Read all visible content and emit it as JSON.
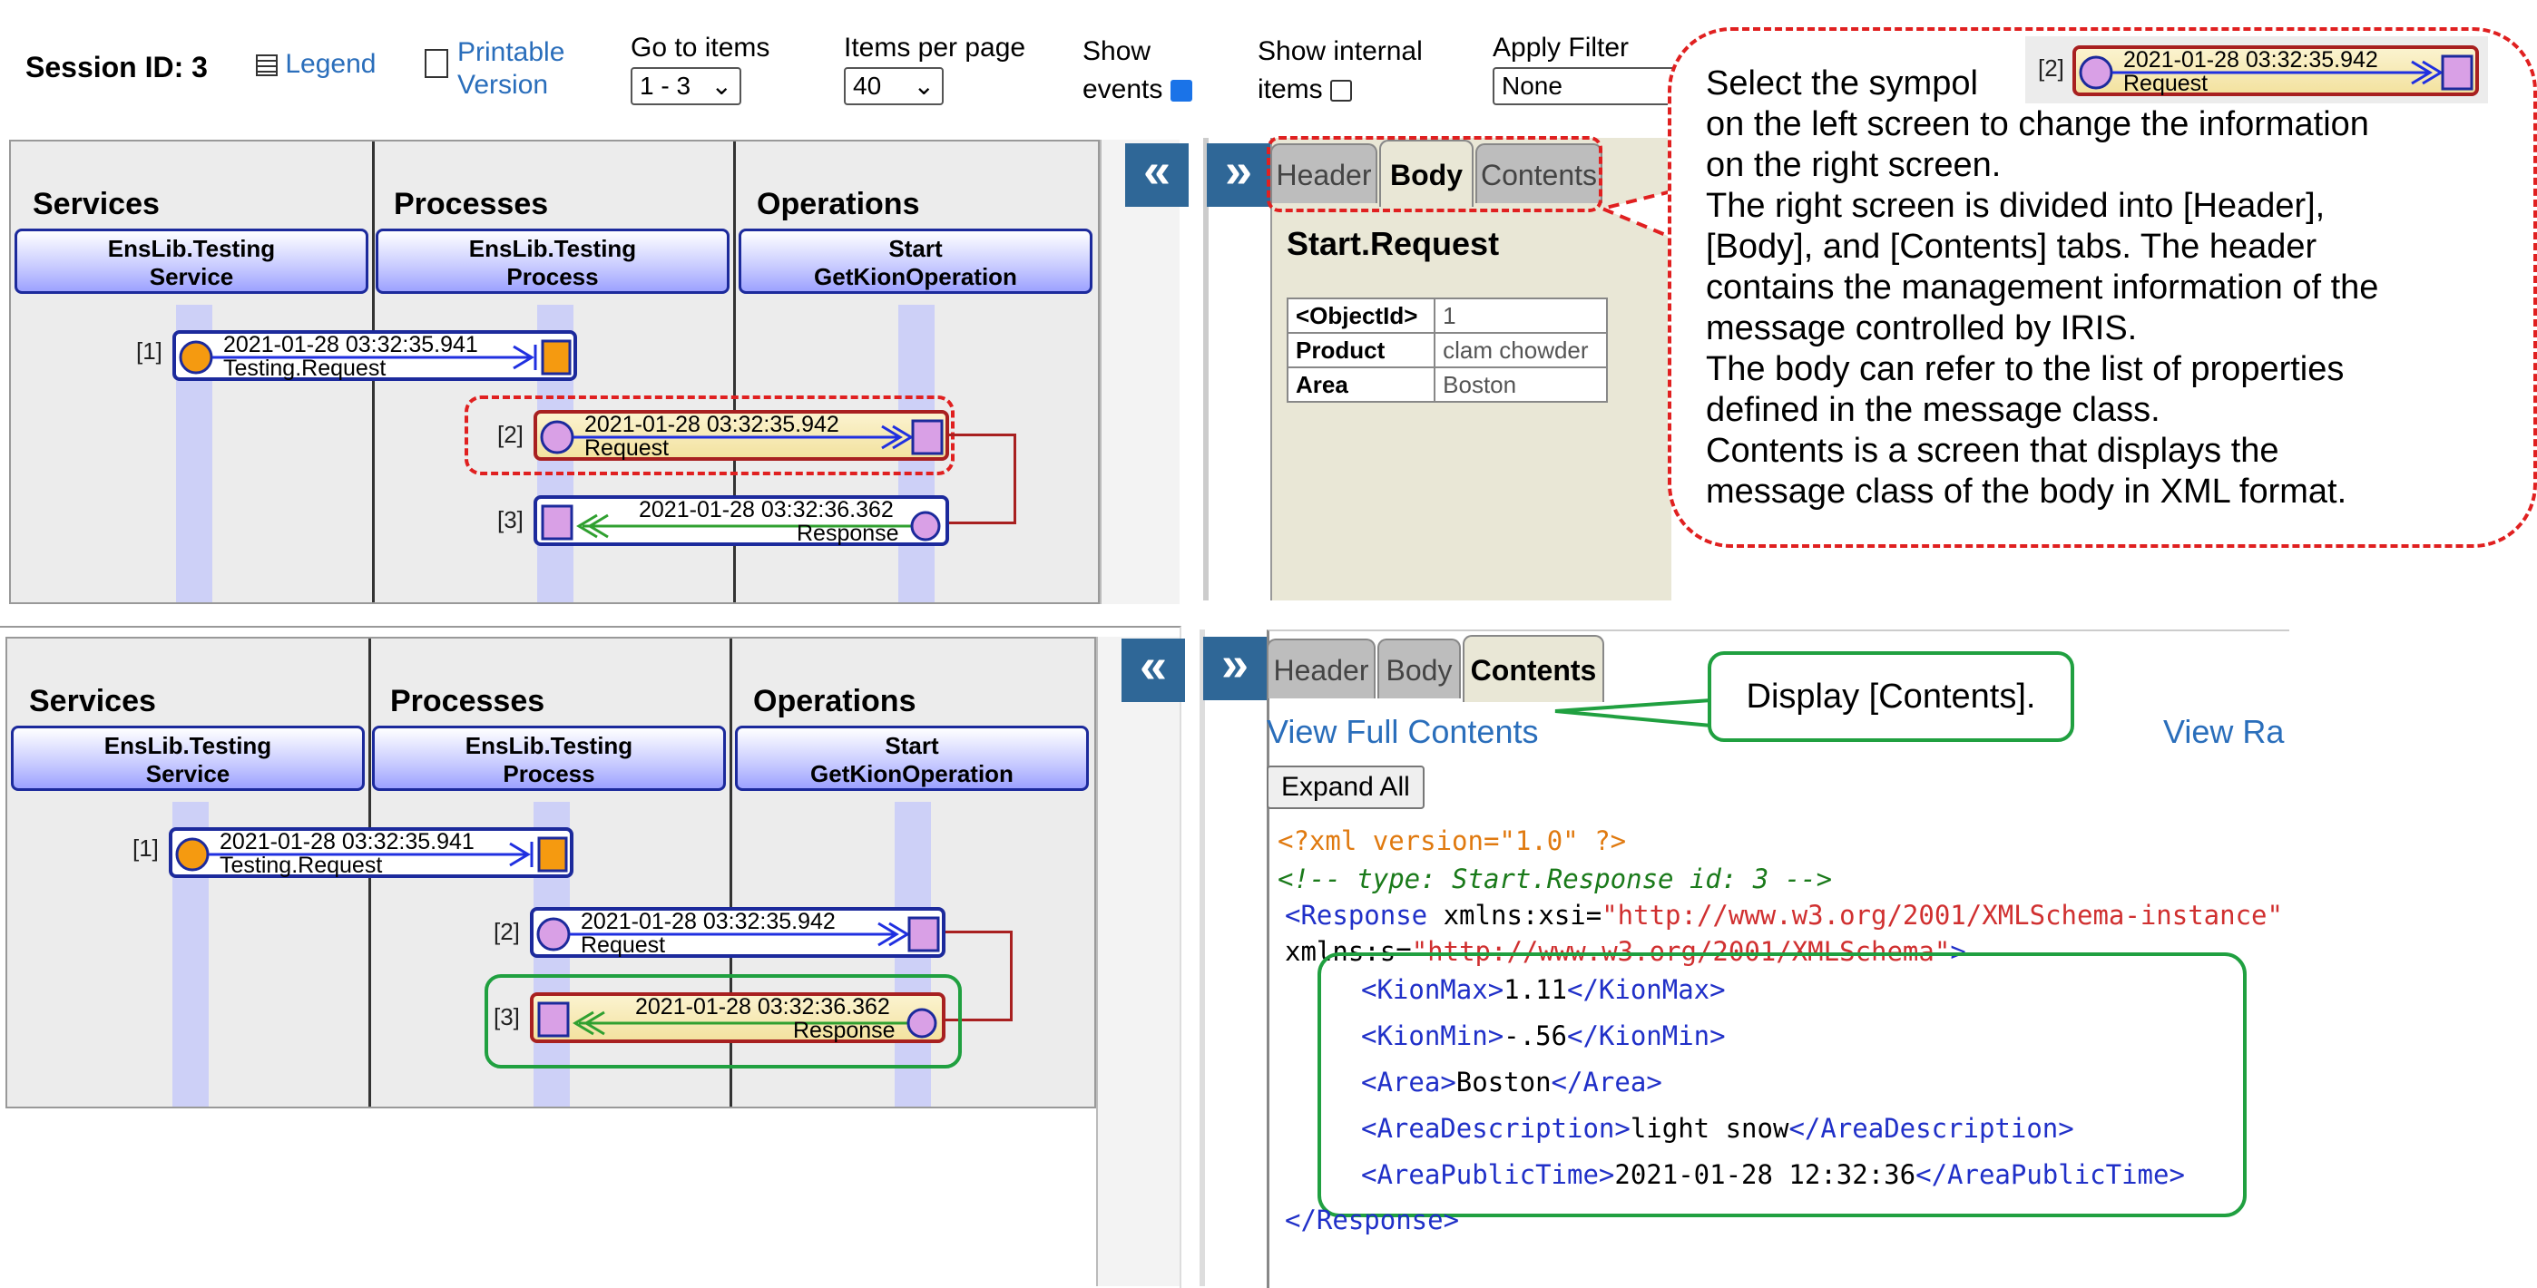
{
  "toolbar": {
    "session": "Session ID: 3",
    "legend": "Legend",
    "printable_l1": "Printable",
    "printable_l2": "Version",
    "goto_label": "Go to items",
    "goto_value": "1 - 3",
    "perpage_label": "Items per page",
    "perpage_value": "40",
    "show_events_l1": "Show",
    "show_events_l2": "events",
    "show_events_checked": true,
    "show_internal_l1": "Show internal",
    "show_internal_l2": "items",
    "show_internal_checked": false,
    "filter_label": "Apply Filter",
    "filter_value": "None"
  },
  "diagram": {
    "columns": [
      "Services",
      "Processes",
      "Operations"
    ],
    "hosts": [
      {
        "l1": "EnsLib.Testing",
        "l2": "Service"
      },
      {
        "l1": "EnsLib.Testing",
        "l2": "Process"
      },
      {
        "l1": "Start",
        "l2": "GetKionOperation"
      }
    ],
    "messages": [
      {
        "index": "[1]",
        "time": "2021-01-28 03:32:35.941",
        "name": "Testing.Request"
      },
      {
        "index": "[2]",
        "time": "2021-01-28 03:32:35.942",
        "name": "Request"
      },
      {
        "index": "[3]",
        "time": "2021-01-28 03:32:36.362",
        "name": "Response"
      }
    ],
    "collapse_glyph": "«",
    "expand_glyph": "»"
  },
  "top_panel": {
    "tabs": [
      "Header",
      "Body",
      "Contents"
    ],
    "active_tab": "Body",
    "title": "Start.Request",
    "properties": [
      {
        "key": "<ObjectId>",
        "value": "1"
      },
      {
        "key": "Product",
        "value": "clam chowder"
      },
      {
        "key": "Area",
        "value": "Boston"
      }
    ]
  },
  "callout": {
    "line1": "Select the sympol",
    "line2": "on the left screen to change the information",
    "line3": "on the right screen.",
    "line4": "The right screen is divided into [Header],",
    "line5": "[Body], and [Contents] tabs. The header",
    "line6": "contains the management information of the",
    "line7": "message controlled by IRIS.",
    "line8": "The body can refer to the list of properties",
    "line9": "defined in the message class.",
    "line10": "Contents is a screen that displays the",
    "line11": "message class of the body in XML format.",
    "thumb_index": "[2]",
    "thumb_time": "2021-01-28 03:32:35.942",
    "thumb_name": "Request"
  },
  "bottom_panel": {
    "tabs": [
      "Header",
      "Body",
      "Contents"
    ],
    "active_tab": "Contents",
    "view_full": "View Full Contents",
    "view_raw": "View Ra",
    "expand_all": "Expand All",
    "callout": "Display [Contents].",
    "xml": {
      "pi": "<?xml version=\"1.0\" ?>",
      "comment": "<!-- type: Start.Response  id: 3 -->",
      "root_open": "<Response",
      "xsi_attr": " xmlns:xsi=",
      "xsi_val": "\"http://www.w3.org/2001/XMLSchema-instance\"",
      "s_attr": "xmlns:s=",
      "s_val": "\"http://www.w3.org/2001/XMLSchema\"",
      "s_close": ">",
      "fields": [
        {
          "tag": "KionMax",
          "value": "1.11"
        },
        {
          "tag": "KionMin",
          "value": "-.56"
        },
        {
          "tag": "Area",
          "value": "Boston"
        },
        {
          "tag": "AreaDescription",
          "value": "light snow"
        },
        {
          "tag": "AreaPublicTime",
          "value": "2021-01-28 12:32:36"
        }
      ],
      "root_close": "</Response>"
    }
  },
  "colors": {
    "accent": "#2f6797",
    "highlight_red": "#e02020",
    "highlight_green": "#20a040",
    "lane": "#cdd0f7"
  }
}
